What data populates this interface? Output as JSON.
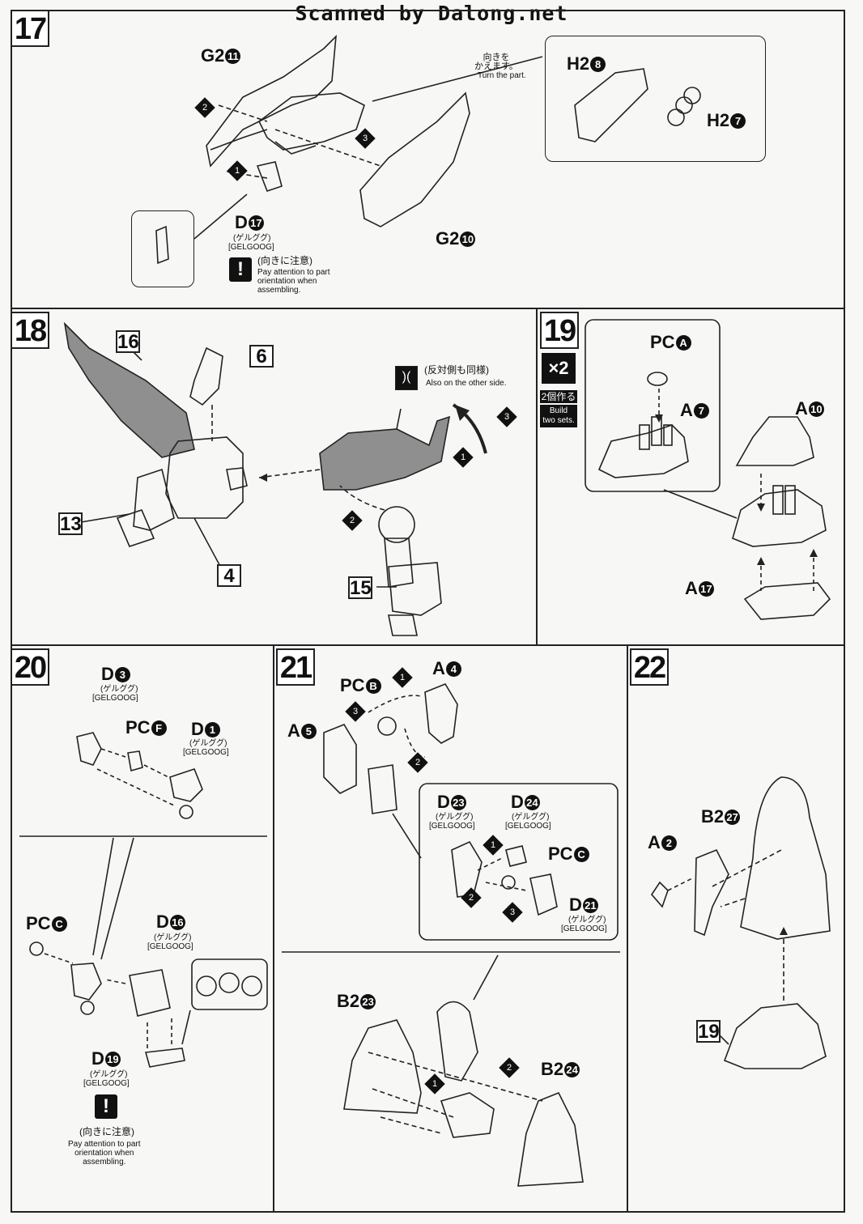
{
  "header": {
    "watermark": "Scanned by Dalong.net"
  },
  "steps": {
    "s17": {
      "number": "17",
      "labels": {
        "g2_11": "G2",
        "n11": "11",
        "h2_8": "H2",
        "n8": "8",
        "h2_7": "H2",
        "n7": "7",
        "d17": "D",
        "n17": "17",
        "g2_10": "G2",
        "n10": "10"
      },
      "turn_jp": "向きを\nかえます。",
      "turn_en": "Turn the part.",
      "d17_jp": "(ゲルググ)",
      "d17_en": "[GELGOOG]",
      "attention_jp": "(向きに注意)",
      "attention_en": "Pay attention to part\norientation when\nassembling.",
      "order": [
        "1",
        "2",
        "3"
      ]
    },
    "s18": {
      "number": "18",
      "boxes": [
        "16",
        "6",
        "13",
        "4",
        "15"
      ],
      "other_jp": "(反対側も同様)",
      "other_en": "Also on the other side.",
      "order": [
        "1",
        "2",
        "3"
      ]
    },
    "s19": {
      "number": "19",
      "mult": "×2",
      "build_jp": "2個作る",
      "build_en": "Build\ntwo sets.",
      "labels": {
        "pca": "PC",
        "pca_n": "A",
        "a7": "A",
        "n7": "7",
        "a10": "A",
        "n10": "10",
        "a17": "A",
        "n17": "17"
      }
    },
    "s20": {
      "number": "20",
      "labels": {
        "d3": "D",
        "n3": "3",
        "pcf": "PC",
        "pcf_n": "F",
        "d1": "D",
        "n1": "1",
        "pcc": "PC",
        "pcc_n": "C",
        "d16": "D",
        "n16": "16",
        "d19": "D",
        "n19": "19"
      },
      "gel_jp": "(ゲルググ)",
      "gel_en": "[GELGOOG]",
      "attention_jp": "(向きに注意)",
      "attention_en": "Pay attention to part\norientation when\nassembling."
    },
    "s21": {
      "number": "21",
      "labels": {
        "pcb": "PC",
        "pcb_n": "B",
        "a4": "A",
        "n4": "4",
        "a5": "A",
        "n5": "5",
        "d23": "D",
        "n23": "23",
        "d24": "D",
        "n24": "24",
        "pcc": "PC",
        "pcc_n": "C",
        "d21": "D",
        "n21": "21",
        "b2_23": "B2",
        "n23b": "23",
        "b2_24": "B2",
        "n24b": "24"
      },
      "gel_jp": "(ゲルググ)",
      "gel_en": "[GELGOOG]",
      "order": [
        "1",
        "2",
        "3"
      ]
    },
    "s22": {
      "number": "22",
      "labels": {
        "a2": "A",
        "n2": "2",
        "b2_27": "B2",
        "n27": "27"
      },
      "box": "19"
    }
  }
}
